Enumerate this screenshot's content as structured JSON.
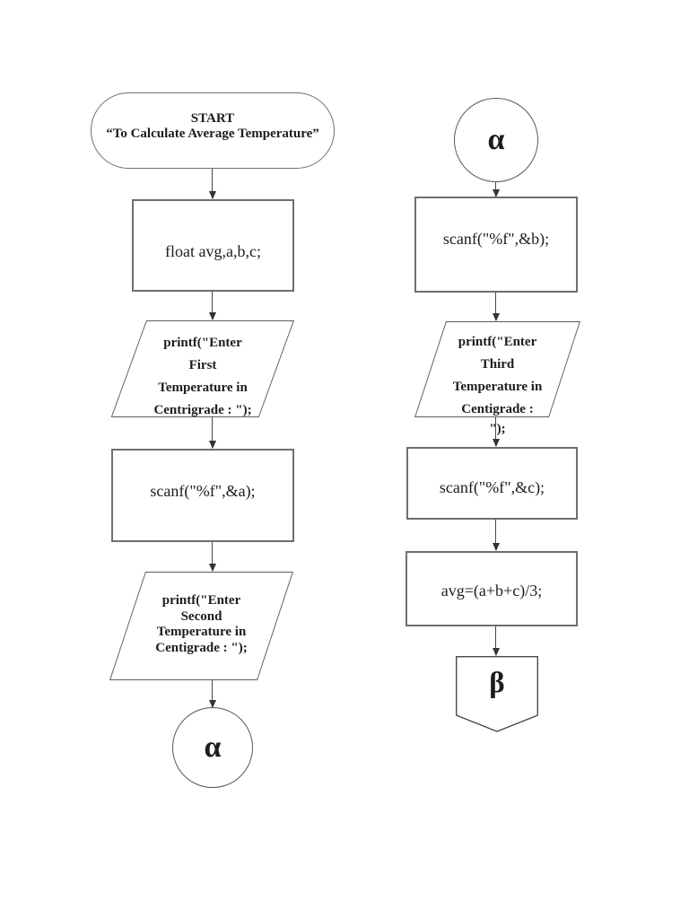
{
  "page": {
    "background": "#ffffff"
  },
  "colors": {
    "rect_border": "#6e6e6e",
    "thin_border": "#5c5c5c",
    "arrow": "#474747",
    "text": "#1d1d1d"
  },
  "flowchart": {
    "left_column": {
      "start_terminator": {
        "line1": "START",
        "line2": "“To Calculate Average Temperature”"
      },
      "declare_process": {
        "text": "float avg,a,b,c;"
      },
      "printf_first_io": {
        "lines": [
          "printf(\"Enter",
          "First",
          "Temperature in",
          "Centrigrade : \");"
        ]
      },
      "scanf_a_process": {
        "text": "scanf(\"%f\",&a);"
      },
      "printf_second_io": {
        "lines": [
          "printf(\"Enter",
          "Second",
          "Temperature in",
          "Centigrade : \");"
        ]
      },
      "alpha_connector_out": {
        "label": "α"
      }
    },
    "right_column": {
      "alpha_connector_in": {
        "label": "α"
      },
      "scanf_b_process": {
        "text": "scanf(\"%f\",&b);"
      },
      "printf_third_io": {
        "lines": [
          "printf(\"Enter",
          "Third",
          "Temperature in",
          "Centigrade :"
        ],
        "overflow": "\");"
      },
      "scanf_c_process": {
        "text": "scanf(\"%f\",&c);"
      },
      "average_process": {
        "text": "avg=(a+b+c)/3;"
      },
      "beta_offpage_connector": {
        "label": "β"
      }
    }
  }
}
